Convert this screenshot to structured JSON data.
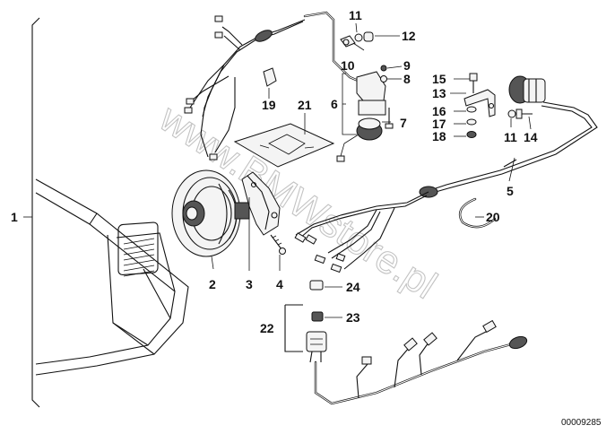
{
  "diagram": {
    "reference_number": "00009285",
    "watermark": "www.BMWstore.pl",
    "callouts": [
      "1",
      "2",
      "3",
      "4",
      "5",
      "6",
      "7",
      "8",
      "9",
      "10",
      "11",
      "11",
      "12",
      "13",
      "14",
      "15",
      "16",
      "17",
      "18",
      "19",
      "20",
      "21",
      "22",
      "23",
      "24"
    ]
  }
}
